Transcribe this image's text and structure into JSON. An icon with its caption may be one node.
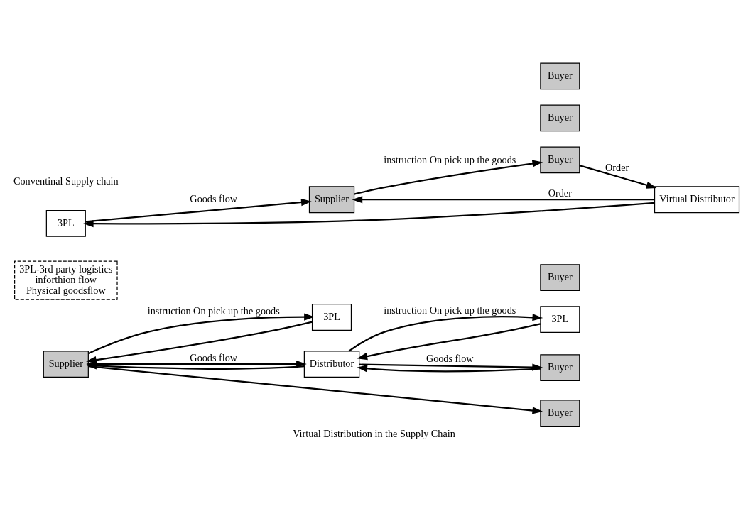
{
  "diagram": {
    "caption": "Virtual Distribution in the Supply Chain",
    "nodes": [
      {
        "text": [
          "Supplier"
        ]
      },
      {
        "text": [
          "3PL"
        ]
      },
      {
        "text": [
          "Distributor"
        ]
      },
      {
        "text": [
          "3PL"
        ]
      },
      {
        "text": [
          "Buyer"
        ]
      },
      {
        "text": [
          "Buyer"
        ]
      },
      {
        "text": [
          "Buyer"
        ]
      },
      {
        "text": [
          "3PL-3rd party logistics",
          "inforthion flow",
          "Physical goodsflow"
        ]
      },
      {
        "text": [
          "3PL"
        ]
      },
      {
        "text": [
          "Supplier"
        ]
      },
      {
        "text": [
          "Virtual Distributor"
        ]
      },
      {
        "text": [
          "Buyer"
        ]
      },
      {
        "text": [
          "Buyer"
        ]
      },
      {
        "text": [
          "Buyer"
        ]
      }
    ],
    "edges": [
      {
        "from": 0,
        "to": 1,
        "arrow": "to",
        "label": "instruction On pick up the goods"
      },
      {
        "from": 1,
        "to": 0,
        "arrow": "to"
      },
      {
        "from": 0,
        "to": 2,
        "arrow": "both",
        "label": "Goods flow"
      },
      {
        "from": 2,
        "to": 0,
        "arrow": "to"
      },
      {
        "from": 2,
        "to": 3,
        "arrow": "to",
        "label": "instruction On pick up the goods"
      },
      {
        "from": 3,
        "to": 2,
        "arrow": "to"
      },
      {
        "from": 2,
        "to": 4,
        "arrow": "to",
        "label": "Goods flow"
      },
      {
        "from": 4,
        "to": 2,
        "arrow": "to"
      },
      {
        "from": 0,
        "to": 6,
        "arrow": "to"
      },
      {
        "from": 8,
        "to": 9,
        "arrow": "to",
        "label": "Goods flow"
      },
      {
        "from": 10,
        "to": 8,
        "arrow": "to"
      },
      {
        "from": 9,
        "to": 12,
        "arrow": "to",
        "label": "instruction On pick up the goods"
      },
      {
        "from": 10,
        "to": 9,
        "arrow": "to",
        "label": "Order"
      },
      {
        "from": 12,
        "to": 10,
        "arrow": "to",
        "label": "Order"
      }
    ],
    "labels": [
      "Conventinal Supply chain"
    ]
  }
}
